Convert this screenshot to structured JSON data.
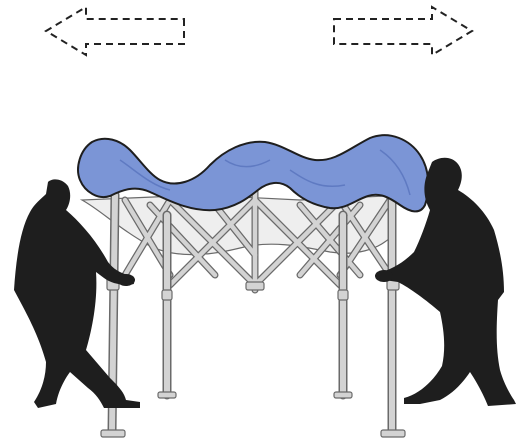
{
  "illustration": {
    "subject": "canopy-tent-setup",
    "arrows": [
      {
        "direction": "left",
        "style": "dashed-outline"
      },
      {
        "direction": "right",
        "style": "dashed-outline"
      }
    ],
    "people": 2,
    "colors": {
      "canopy": "#7b95d6",
      "canopy_shadow": "#5f7ac2",
      "canopy_underside": "#eeeeee",
      "frame": "#d3d3d3",
      "frame_outline": "#6a6a6a",
      "silhouette": "#1e1e1e",
      "arrow_stroke": "#222222",
      "background": "#ffffff"
    }
  }
}
